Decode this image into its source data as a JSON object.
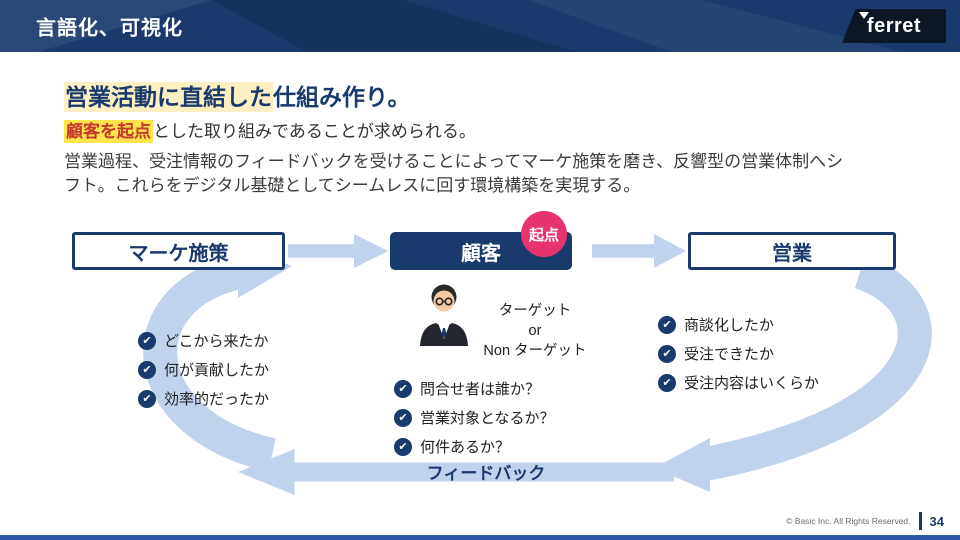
{
  "header": {
    "title": "言語化、可視化",
    "logo_text": "ferret"
  },
  "content": {
    "heading": {
      "highlight": "営業活動に直結した",
      "rest": "仕組み作り。"
    },
    "subheading": {
      "highlight": "顧客を起点",
      "rest": "とした取り組みであることが求められる。"
    },
    "body_text": "営業過程、受注情報のフィードバックを受けることによってマーケ施策を磨き、反響型の営業体制へシフト。これらをデジタル基礎としてシームレスに回す環境構築を実現する。"
  },
  "diagram": {
    "box_marketing": "マーケ施策",
    "box_customer": "顧客",
    "box_sales": "営業",
    "badge_origin": "起点",
    "target": {
      "line1": "ターゲット",
      "line2": "or",
      "line3": "Non ターゲット"
    },
    "left_checklist": [
      "どこから来たか",
      "何が貢献したか",
      "効率的だったか"
    ],
    "center_checklist": [
      "問合せ者は誰か？",
      "営業対象となるか？",
      "何件あるか？"
    ],
    "right_checklist": [
      "商談化したか",
      "受注できたか",
      "受注内容はいくらか"
    ],
    "feedback_label": "フィードバック"
  },
  "footer": {
    "copyright": "© Basic Inc. All Rights Reserved.",
    "page_number": "34"
  },
  "icons": {
    "check": "✔"
  },
  "colors": {
    "navy": "#1a3a6d",
    "pink_accent": "#e7336e",
    "arrow_blue": "#c0d2ec",
    "highlight_yellow": "#ffe44c",
    "highlight_cream": "#fcf0c2",
    "red_text": "#c4372d",
    "logo_bg": "#0d1625",
    "bottom_bar": "#2b58a6"
  }
}
